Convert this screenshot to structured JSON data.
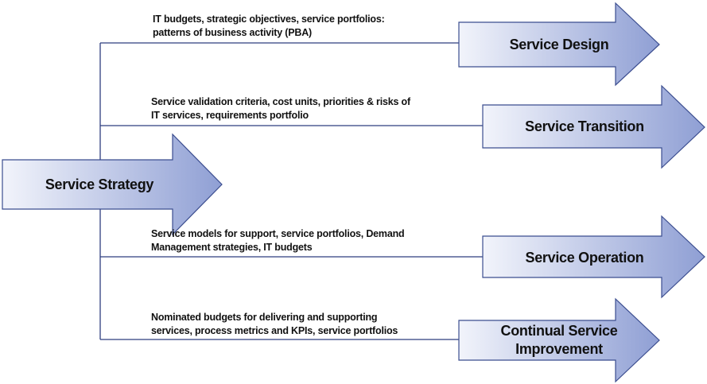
{
  "source_node": {
    "label": "Service Strategy"
  },
  "targets": [
    {
      "label_lines": [
        "Service Design"
      ],
      "flow_lines": [
        "IT budgets, strategic objectives, service portfolios:",
        "patterns of business activity (PBA)"
      ]
    },
    {
      "label_lines": [
        "Service Transition"
      ],
      "flow_lines": [
        "Service validation criteria, cost units, priorities & risks of",
        "IT services, requirements portfolio"
      ]
    },
    {
      "label_lines": [
        "Service Operation"
      ],
      "flow_lines": [
        "Service models for support, service portfolios, Demand",
        "Management strategies, IT budgets"
      ]
    },
    {
      "label_lines": [
        "Continual Service",
        "Improvement"
      ],
      "flow_lines": [
        "Nominated budgets for delivering and supporting",
        "services, process metrics and KPIs, service portfolios"
      ]
    }
  ],
  "colors": {
    "arrow_fill_dark": "#8f9fd4",
    "arrow_fill_light": "#f2f4fb",
    "arrow_stroke": "#3b4d8f",
    "connector": "#2f3f7f"
  }
}
